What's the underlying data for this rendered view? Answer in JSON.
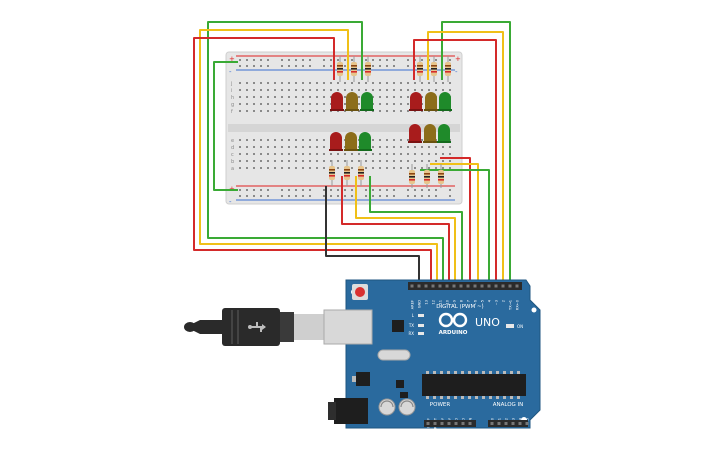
{
  "colors": {
    "background": "#ffffff",
    "breadboard": "#e6e6e6",
    "breadboard_hole": "#8a8a8a",
    "rail_red": "#e02020",
    "rail_blue": "#3a6fd0",
    "arduino_blue": "#2a6a9e",
    "arduino_blue_dark": "#1f5680",
    "chip": "#1e1e1e",
    "header": "#2b2b2b",
    "reset_button": "#d83030",
    "wire_red": "#d42a2a",
    "wire_yellow": "#f0c018",
    "wire_green": "#3aaa35",
    "wire_black": "#333333",
    "led_red": "#a81c1c",
    "led_yellow": "#8c6d1a",
    "led_green": "#1f8a2a",
    "resistor_body": "#e7c58c",
    "usb_plug": "#2a2a2a",
    "usb_metal": "#d8d8d8",
    "label_white": "#ffffff"
  },
  "breadboard": {
    "plus_mark": "+",
    "minus_mark": "-",
    "row_letters_top": [
      "j",
      "i",
      "h",
      "g",
      "f"
    ],
    "row_letters_bottom": [
      "e",
      "d",
      "c",
      "b",
      "a"
    ]
  },
  "leds": {
    "top_left": [
      "red",
      "yellow",
      "green"
    ],
    "top_right": [
      "red",
      "yellow",
      "green"
    ],
    "bottom_left": [
      "red",
      "yellow",
      "green"
    ],
    "bottom_right": [
      "red",
      "yellow",
      "green"
    ]
  },
  "arduino": {
    "brand": "ARDUINO",
    "model": "UNO",
    "digital_label": "DIGITAL (PWM ~)",
    "analog_label": "ANALOG IN",
    "power_label": "POWER",
    "on_label": "ON",
    "led_labels": [
      "L",
      "TX",
      "RX"
    ],
    "digital_pins": [
      "AREF",
      "GND",
      "13",
      "12",
      "~11",
      "~10",
      "~9",
      "8",
      "7",
      "~6",
      "~5",
      "4",
      "~3",
      "2",
      "TX→1",
      "RX←0"
    ],
    "power_pins": [
      "IOREF",
      "RESET",
      "3.3V",
      "5V",
      "GND",
      "GND",
      "VIN"
    ],
    "analog_pins": [
      "A0",
      "A1",
      "A2",
      "A3",
      "A4",
      "A5"
    ]
  }
}
